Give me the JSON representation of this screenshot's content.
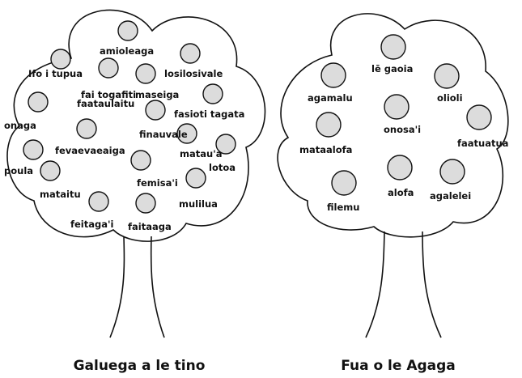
{
  "trees": [
    {
      "title": "Galuega a le tino",
      "fruits": [
        {
          "label": "amioleaga"
        },
        {
          "label": "Ifo i tupua"
        },
        {
          "label": "losilosivale"
        },
        {
          "label": "fai togafiti"
        },
        {
          "label": "faataulaitu"
        },
        {
          "label": "maseiga"
        },
        {
          "label": "fasioti tagata"
        },
        {
          "label": "onaga"
        },
        {
          "label": "finauvale"
        },
        {
          "label": "fevaevaeaiga"
        },
        {
          "label": "matau'a"
        },
        {
          "label": "poula"
        },
        {
          "label": "lotoa"
        },
        {
          "label": "femisa'i"
        },
        {
          "label": "mataitu"
        },
        {
          "label": "mulilua"
        },
        {
          "label": "feitaga'i"
        },
        {
          "label": "faitaaga"
        }
      ]
    },
    {
      "title": "Fua o le Agaga",
      "fruits": [
        {
          "label": "lē gaoia"
        },
        {
          "label": "agamalu"
        },
        {
          "label": "olioli"
        },
        {
          "label": "onosa'i"
        },
        {
          "label": "faatuatua"
        },
        {
          "label": "mataalofa"
        },
        {
          "label": "alofa"
        },
        {
          "label": "agalelei"
        },
        {
          "label": "filemu"
        }
      ]
    }
  ]
}
